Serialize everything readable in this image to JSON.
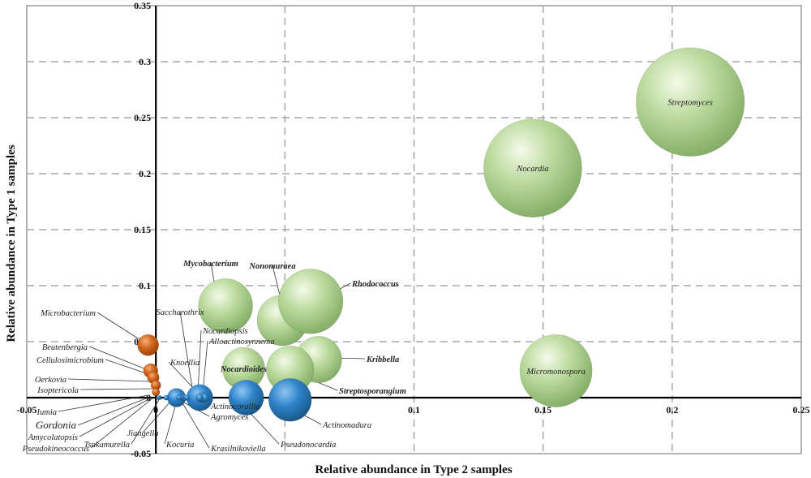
{
  "chart_data": {
    "type": "bubble",
    "title": "",
    "xlabel": "Relative abundance in Type 2 samples",
    "ylabel": "Relative abundance in Type 1 samples",
    "xlim": [
      -0.05,
      0.25
    ],
    "ylim": [
      -0.05,
      0.35
    ],
    "xticks": [
      "-0.05",
      "0",
      "0.05",
      "0.1",
      "0.15",
      "0.2",
      "0.25"
    ],
    "yticks": [
      "-0.05",
      "0",
      "0.05",
      "0.1",
      "0.15",
      "0.2",
      "0.25",
      "0.3",
      "0.35"
    ],
    "grid": true,
    "colors": {
      "green": "#a8cc8a",
      "orange": "#c65a14",
      "blue": "#2e7fc4"
    },
    "series": [
      {
        "color": "green",
        "points": [
          {
            "label": "Streptomyces",
            "x": 0.207,
            "y": 0.264,
            "r": 0.021
          },
          {
            "label": "Nocardia",
            "x": 0.146,
            "y": 0.205,
            "r": 0.019
          },
          {
            "label": "Micromonospora",
            "x": 0.155,
            "y": 0.024,
            "r": 0.014
          },
          {
            "label": "Mycobacterium",
            "x": 0.027,
            "y": 0.082,
            "r": 0.0105
          },
          {
            "label": "Nonomuraea",
            "x": 0.049,
            "y": 0.069,
            "r": 0.0098
          },
          {
            "label": "Rhodococcus",
            "x": 0.06,
            "y": 0.086,
            "r": 0.0125
          },
          {
            "label": "Kribbella",
            "x": 0.063,
            "y": 0.034,
            "r": 0.009
          },
          {
            "label": "Nocardioides",
            "x": 0.034,
            "y": 0.026,
            "r": 0.0082
          },
          {
            "label": "Streptosporangium",
            "x": 0.052,
            "y": 0.025,
            "r": 0.0092
          }
        ]
      },
      {
        "color": "orange",
        "points": [
          {
            "label": "Microbacterium",
            "x": -0.003,
            "y": 0.047,
            "r": 0.0041
          },
          {
            "label": "Beutenbergia",
            "x": -0.002,
            "y": 0.024,
            "r": 0.0028
          },
          {
            "label": "Cellulosimicrobium",
            "x": -0.001,
            "y": 0.018,
            "r": 0.0023
          },
          {
            "label": "Oerkovia",
            "x": 0.0,
            "y": 0.011,
            "r": 0.0019
          },
          {
            "label": "Isoptericola",
            "x": 0.0,
            "y": 0.005,
            "r": 0.0015
          }
        ]
      },
      {
        "color": "blue",
        "points": [
          {
            "label": "Jiangella",
            "x": 0.008,
            "y": 0.0,
            "r": 0.0036
          },
          {
            "label": "Knoellia",
            "x": 0.017,
            "y": 0.0,
            "r": 0.0051
          },
          {
            "label": "Pseudonocardia",
            "x": 0.035,
            "y": 0.0,
            "r": 0.0068
          },
          {
            "label": "Actinomadura",
            "x": 0.052,
            "y": -0.002,
            "r": 0.0083
          },
          {
            "label": "Nocardiopsis",
            "x": 0.018,
            "y": 0.0,
            "r": 0.002
          },
          {
            "label": "Alloactinosynnema",
            "x": 0.019,
            "y": 0.0,
            "r": 0.0015
          },
          {
            "label": "Saccharothrix",
            "x": 0.017,
            "y": 0.0,
            "r": 0.0015
          },
          {
            "label": "Actinocorallia",
            "x": 0.011,
            "y": 0.0,
            "r": 0.0012
          },
          {
            "label": "Agromyces",
            "x": 0.01,
            "y": 0.0,
            "r": 0.001
          },
          {
            "label": "Krasilnikoviella",
            "x": 0.012,
            "y": 0.0,
            "r": 0.001
          },
          {
            "label": "Kocuria",
            "x": 0.009,
            "y": 0.0,
            "r": 0.001
          },
          {
            "label": "Tsukamurella",
            "x": 0.004,
            "y": 0.0,
            "r": 0.001
          },
          {
            "label": "Pseudokineococcus",
            "x": 0.001,
            "y": 0.0,
            "r": 0.0008
          },
          {
            "label": "Amycolatopsis",
            "x": 0.0015,
            "y": 0.0,
            "r": 0.0008
          },
          {
            "label": "Gordonia",
            "x": 0.0015,
            "y": 0.0,
            "r": 0.0008
          },
          {
            "label": "Iumia",
            "x": 0.001,
            "y": 0.0,
            "r": 0.0008
          }
        ]
      }
    ]
  }
}
